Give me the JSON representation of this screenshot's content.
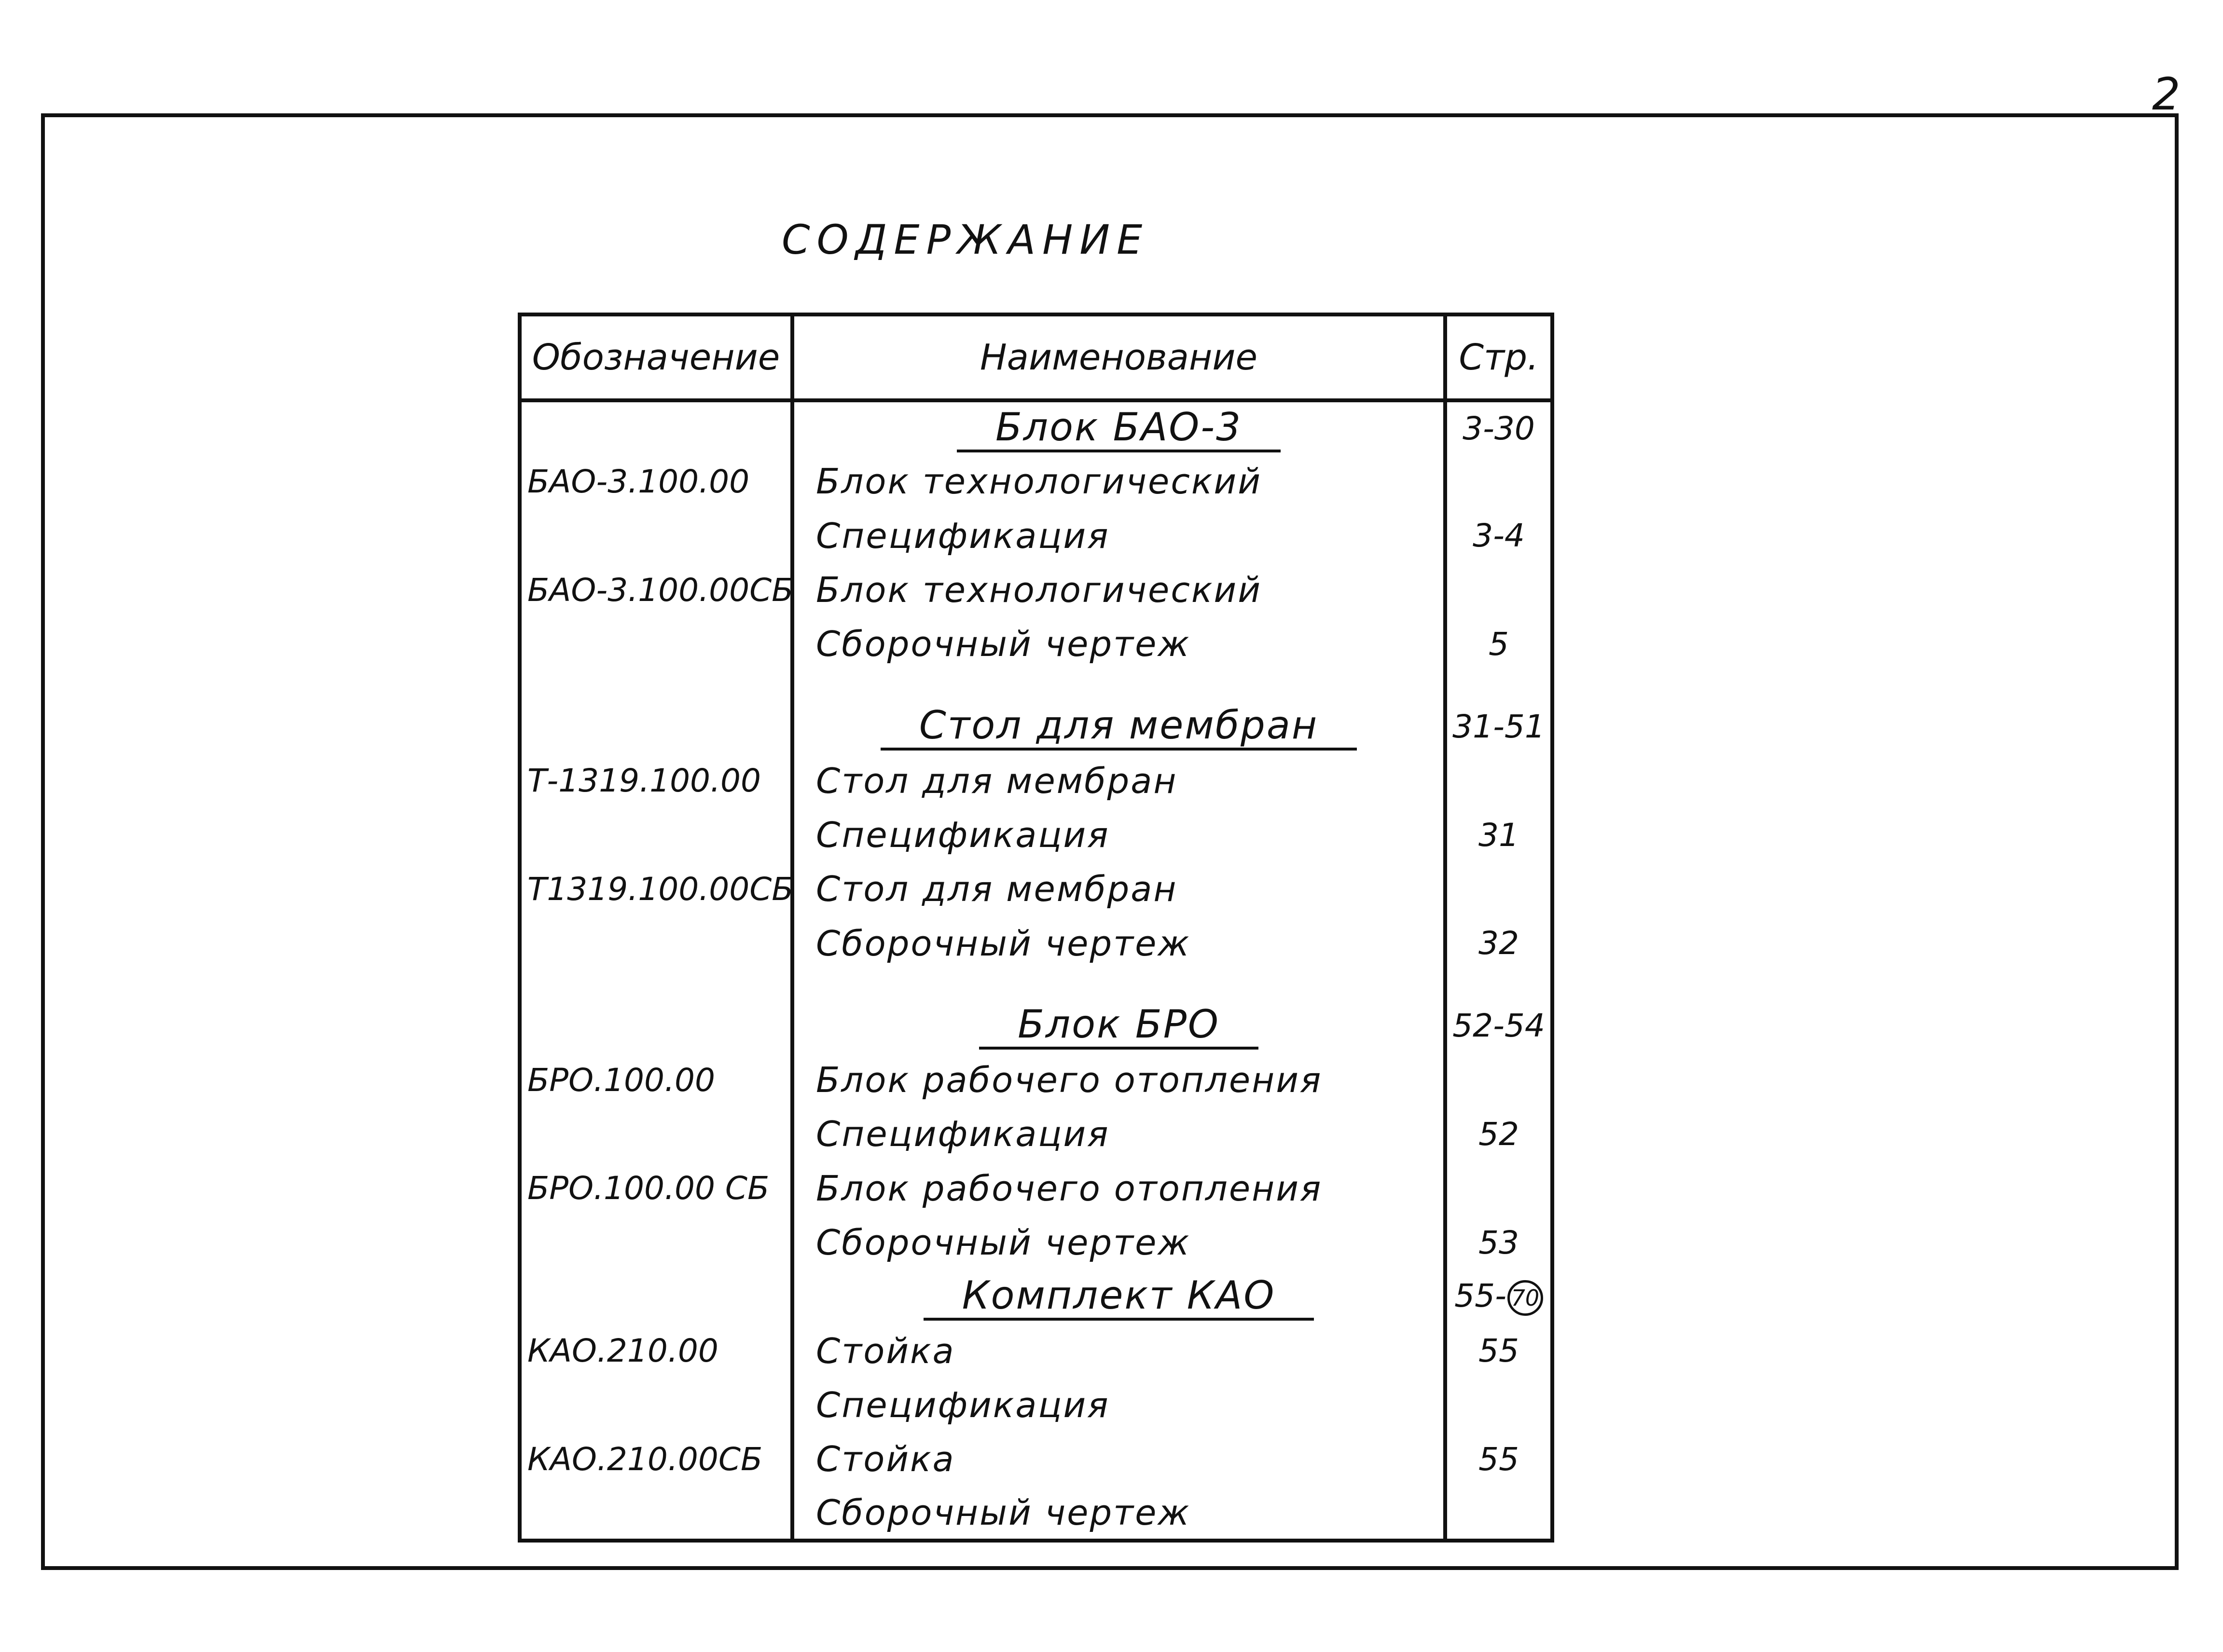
{
  "page_number": "2",
  "title": "СОДЕРЖАНИЕ",
  "table": {
    "headers": {
      "designation": "Обозначение",
      "name": "Наименование",
      "page": "Стр."
    },
    "rows": [
      {
        "type": "section",
        "code": "",
        "name": "Блок БАО-3",
        "page": "3-30"
      },
      {
        "type": "item",
        "code": "БАО-3.100.00",
        "name": "Блок технологический",
        "page": ""
      },
      {
        "type": "item",
        "code": "",
        "name": "Спецификация",
        "page": "3-4"
      },
      {
        "type": "item",
        "code": "БАО-3.100.00СБ",
        "name": "Блок технологический",
        "page": ""
      },
      {
        "type": "item",
        "code": "",
        "name": "Сборочный чертеж",
        "page": "5"
      },
      {
        "type": "section",
        "code": "",
        "name": "Стол для мембран",
        "page": "31-51"
      },
      {
        "type": "item",
        "code": "Т-1319.100.00",
        "name": "Стол для мембран",
        "page": ""
      },
      {
        "type": "item",
        "code": "",
        "name": "Спецификация",
        "page": "31"
      },
      {
        "type": "item",
        "code": "Т1319.100.00СБ",
        "name": "Стол для мембран",
        "page": ""
      },
      {
        "type": "item",
        "code": "",
        "name": "Сборочный чертеж",
        "page": "32"
      },
      {
        "type": "section",
        "code": "",
        "name": "Блок БРО",
        "page": "52-54"
      },
      {
        "type": "item",
        "code": "БРО.100.00",
        "name": "Блок рабочего отопления",
        "page": ""
      },
      {
        "type": "item",
        "code": "",
        "name": "Спецификация",
        "page": "52"
      },
      {
        "type": "item",
        "code": "БРО.100.00 СБ",
        "name": "Блок рабочего отопления",
        "page": ""
      },
      {
        "type": "item",
        "code": "",
        "name": "Сборочный чертеж",
        "page": "53"
      },
      {
        "type": "section",
        "code": "",
        "name": "Комплект КАО",
        "page": "55-",
        "page_circled": "70"
      },
      {
        "type": "item",
        "code": "КАО.210.00",
        "name": "Стойка",
        "page": "55"
      },
      {
        "type": "item",
        "code": "",
        "name": "Спецификация",
        "page": ""
      },
      {
        "type": "item",
        "code": "КАО.210.00СБ",
        "name": "Стойка",
        "page": "55"
      },
      {
        "type": "item",
        "code": "",
        "name": "Сборочный чертеж",
        "page": ""
      }
    ]
  }
}
